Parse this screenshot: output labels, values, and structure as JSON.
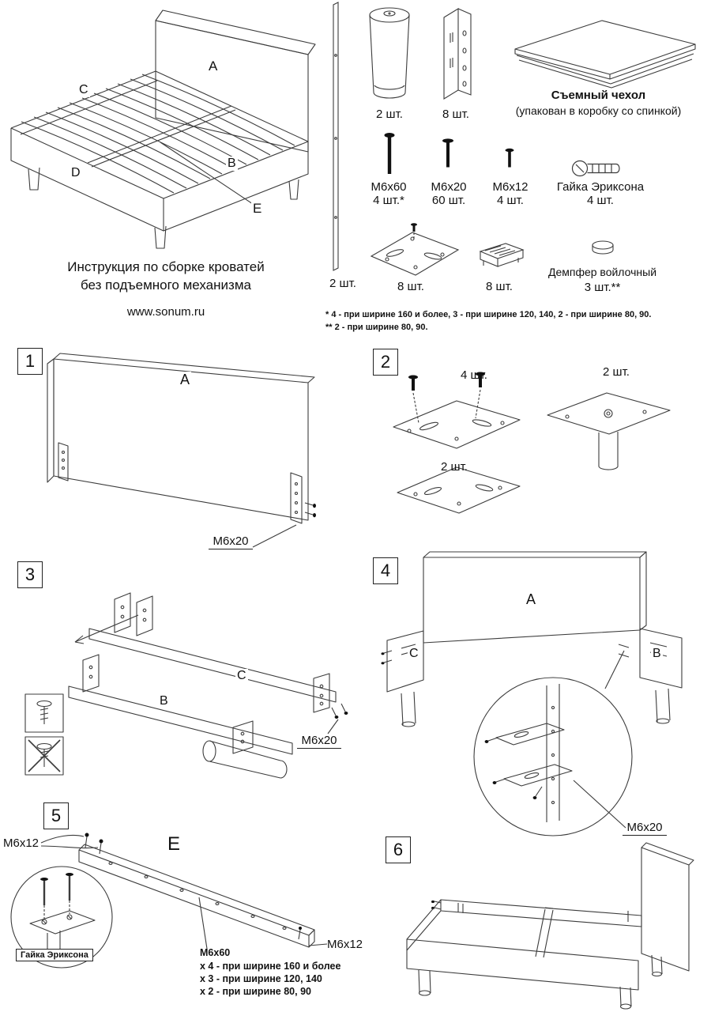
{
  "header": {
    "title_line1": "Инструкция по сборке кроватей",
    "title_line2": "без подъемного механизма",
    "website": "www.sonum.ru"
  },
  "overview_labels": {
    "a": "A",
    "b": "B",
    "c": "C",
    "d": "D",
    "e": "E"
  },
  "parts": {
    "side_strip_qty": "2 шт.",
    "leg_qty": "2 шт.",
    "corner_bracket_qty": "8 шт.",
    "cover_title": "Съемный чехол",
    "cover_note": "(упакован в коробку со спинкой)",
    "bolt_m6x60_label": "М6х60",
    "bolt_m6x60_qty": "4 шт.*",
    "bolt_m6x20_label": "М6х20",
    "bolt_m6x20_qty": "60 шт.",
    "bolt_m6x12_label": "М6х12",
    "bolt_m6x12_qty": "4 шт.",
    "nut_label": "Гайка Эриксона",
    "nut_qty": "4 шт.",
    "corner_plate_qty": "8 шт.",
    "slat_holder_qty": "8 шт.",
    "damper_label": "Демпфер войлочный",
    "damper_qty": "3 шт.**",
    "footnote_1": "* 4 - при ширине 160 и более, 3 - при ширине 120, 140, 2 - при ширине 80, 90.",
    "footnote_2": "** 2 - при ширине 80, 90."
  },
  "steps": {
    "step1": {
      "number": "1",
      "label_a": "A",
      "callout_bolt": "М6х20"
    },
    "step2": {
      "number": "2",
      "qty_screws": "4 шт.",
      "qty_leg_plates": "2 шт.",
      "qty_plain_plates": "2 шт."
    },
    "step3": {
      "number": "3",
      "label_b": "B",
      "label_c": "C",
      "callout_bolt": "М6х20"
    },
    "step4": {
      "number": "4",
      "label_a": "A",
      "label_b": "B",
      "label_c": "C",
      "callout_bolt": "М6х20"
    },
    "step5": {
      "number": "5",
      "label_e": "E",
      "callout_m6x12_left": "М6х12",
      "callout_m6x12_right": "М6х12",
      "nut_callout": "Гайка Эриксона",
      "bolt_note_title": "М6х60",
      "bolt_note_line1": "х 4 - при ширине 160 и более",
      "bolt_note_line2": "х 3 - при ширине 120, 140",
      "bolt_note_line3": "х 2 - при ширине 80, 90"
    },
    "step6": {
      "number": "6"
    }
  }
}
